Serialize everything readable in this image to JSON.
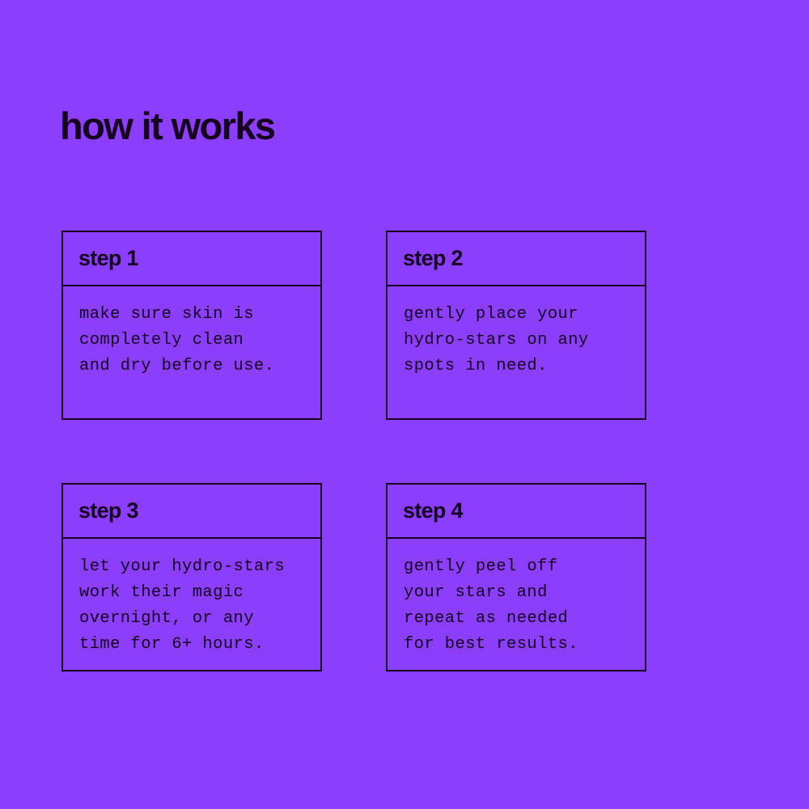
{
  "page": {
    "title": "how it works",
    "background_color": "#8b3ffd",
    "ink_color": "#16021f"
  },
  "steps": [
    {
      "label": "step 1",
      "text": "make sure skin is\ncompletely clean\nand dry before use."
    },
    {
      "label": "step 2",
      "text": "gently place your\nhydro-stars on any\nspots in need."
    },
    {
      "label": "step 3",
      "text": "let your hydro-stars\nwork their magic\novernight, or any\ntime for 6+ hours."
    },
    {
      "label": "step 4",
      "text": "gently peel off\nyour stars and\nrepeat as needed\nfor best results."
    }
  ]
}
